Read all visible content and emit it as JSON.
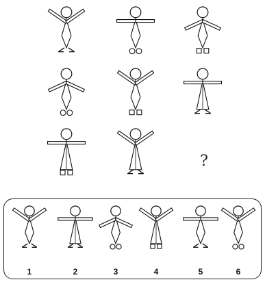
{
  "question_mark": "?",
  "options": [
    "1",
    "2",
    "3",
    "4",
    "5",
    "6"
  ],
  "puzzle_figures": [
    {
      "arms": "up",
      "body": "diamond",
      "feet": "lines"
    },
    {
      "arms": "side",
      "body": "diamond",
      "feet": "circles"
    },
    {
      "arms": "down",
      "body": "diamond",
      "feet": "squares"
    },
    {
      "arms": "down",
      "body": "diamond",
      "feet": "circles"
    },
    {
      "arms": "up",
      "body": "diamond",
      "feet": "squares"
    },
    {
      "arms": "side",
      "body": "triangle",
      "feet": "lines"
    },
    {
      "arms": "side",
      "body": "triangle",
      "feet": "squares"
    },
    {
      "arms": "up",
      "body": "triangle",
      "feet": "lines"
    }
  ],
  "option_figures": [
    {
      "arms": "up",
      "body": "diamond",
      "feet": "lines"
    },
    {
      "arms": "side",
      "body": "triangle",
      "feet": "lines"
    },
    {
      "arms": "down",
      "body": "diamond",
      "feet": "circles"
    },
    {
      "arms": "up",
      "body": "triangle",
      "feet": "squares"
    },
    {
      "arms": "side",
      "body": "diamond",
      "feet": "lines"
    },
    {
      "arms": "up",
      "body": "diamond",
      "feet": "circles"
    }
  ]
}
